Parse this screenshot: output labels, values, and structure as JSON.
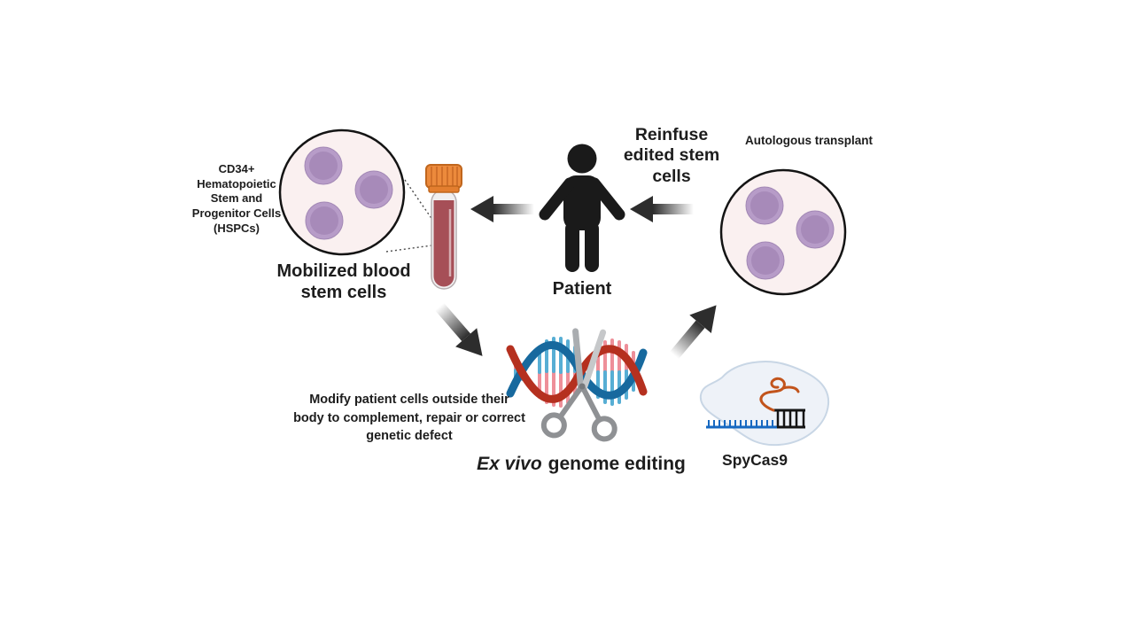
{
  "diagram": {
    "title_implicit": "Ex vivo genome editing workflow",
    "hspc_label": "CD34+ Hematopoietic Stem and Progenitor Cells (HSPCs)",
    "mobilized_label": "Mobilized blood stem cells",
    "patient_label": "Patient",
    "reinfuse_label": "Reinfuse edited stem cells",
    "autologous_label": "Autologous transplant",
    "modify_label": "Modify patient cells outside their body to complement, repair or correct genetic defect",
    "exvivo_italic": "Ex vivo",
    "exvivo_rest": "genome editing",
    "spycas9_label": "SpyCas9"
  },
  "icons": {
    "hspc_dish": "petri-dish-with-three-stem-cells",
    "blood_tube": "blood-collection-tube-orange-cap",
    "magnifier_lines": "dotted-callout-lines-tube-to-dish",
    "patient": "person-silhouette",
    "arrow_patient_to_tube": "left-arrow-gradient-tail",
    "arrow_transplant_to_patient": "left-arrow-gradient-tail",
    "arrow_cells_to_editing": "down-right-arrow-gradient-tail",
    "arrow_editing_to_transplant": "up-right-arrow-gradient-tail",
    "dna": "dna-double-helix-red-blue",
    "scissors": "open-scissors-cutting-dna",
    "transplant_dish": "petri-dish-with-three-stem-cells",
    "spycas9": "cas9-protein-blob-with-guide-rna-and-target-dna"
  },
  "colors": {
    "background": "#ffffff",
    "text": "#1d1d1d",
    "arrow": "#2d2d2d",
    "dish_fill": "#faf0f0",
    "cell_outer_purple": "#b79cc8",
    "cell_inner_purple": "#a78ab9",
    "tube_cap_orange": "#ec8a3c",
    "blood_red": "#a64f57",
    "dna_red": "#b5301f",
    "dna_blue": "#17699e",
    "rung_pink": "#ee8f99",
    "rung_blue": "#57aed4",
    "scissors_gray": "#b0b3b6",
    "cas9_blob_fill": "#eef2f8",
    "cas9_blob_stroke": "#c8d6e5",
    "target_dna_blue": "#1668c1",
    "guide_rna_orange": "#c2541c"
  }
}
